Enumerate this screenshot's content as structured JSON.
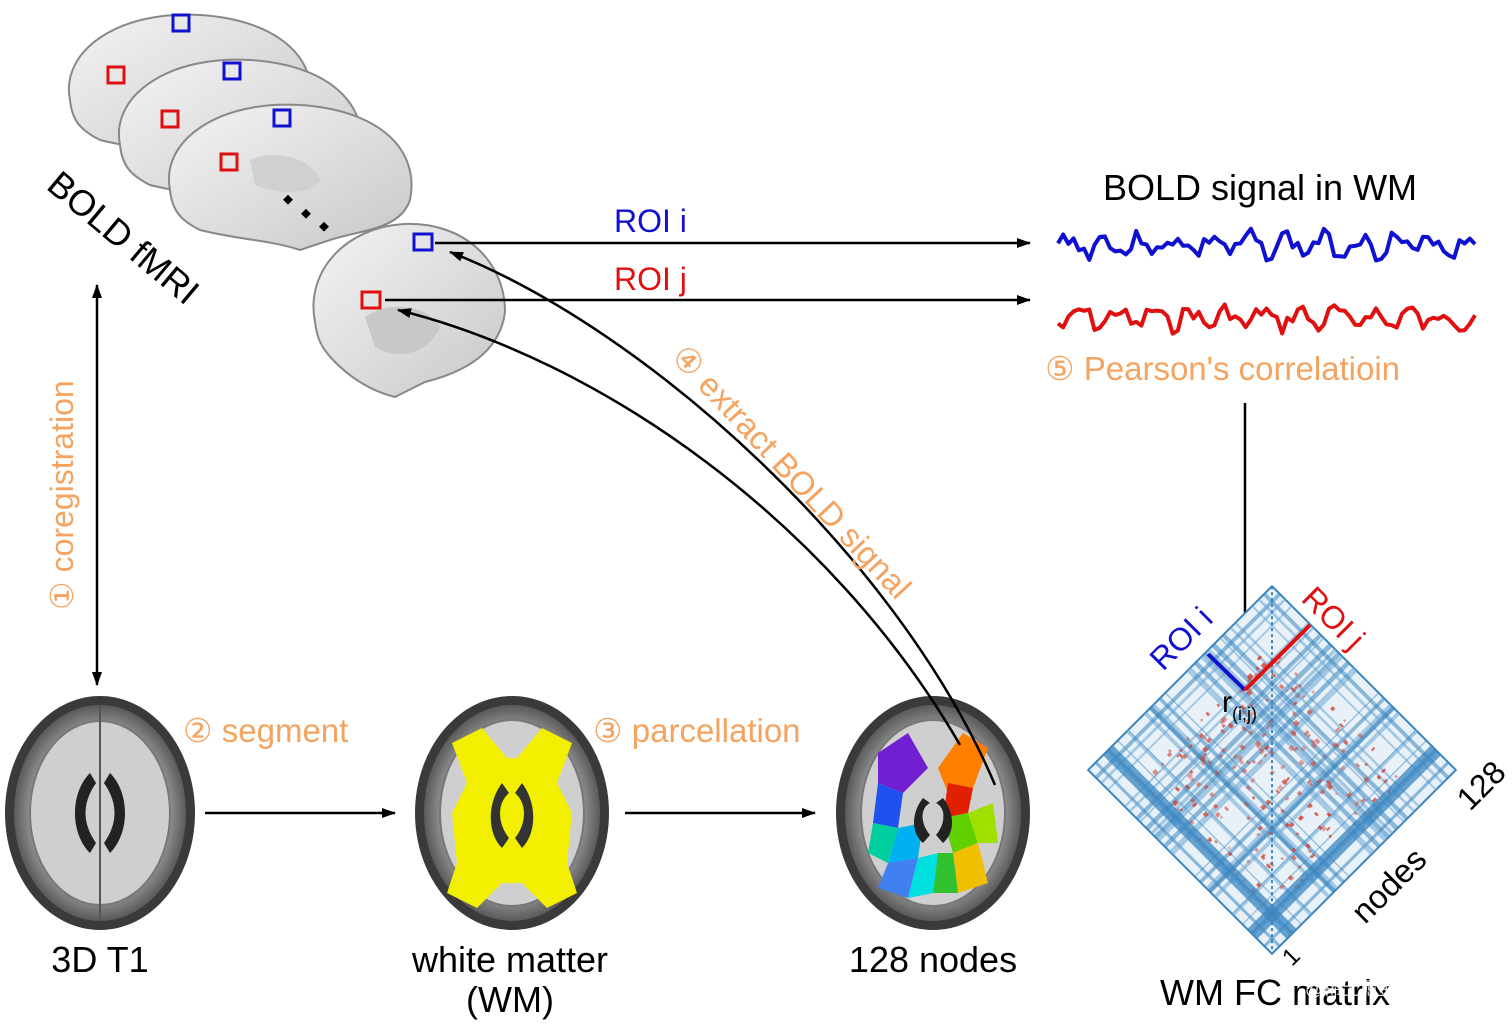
{
  "labels": {
    "bold_fmri": "BOLD fMRI",
    "coregistration": "① coregistration",
    "t1": "3D T1",
    "segment": "② segment",
    "wm_line1": "white matter",
    "wm_line2": "(WM)",
    "parcellation": "③ parcellation",
    "nodes128": "128 nodes",
    "extract": "④ extract BOLD signal",
    "roi_i": "ROI i",
    "roi_j": "ROI j",
    "bold_wm_title": "BOLD signal in WM",
    "pearson": "⑤ Pearson's correlatioin",
    "matrix_roi_i": "ROI i",
    "matrix_roi_j": "ROI j",
    "rij": "r",
    "rij_sub": "(i,j)",
    "axis_128": "128",
    "axis_nodes": "nodes",
    "axis_1": "1",
    "matrix_title": "WM FC matrix",
    "watermark": "@稀土掘金技术社区"
  },
  "colors": {
    "orange": "#F4A460",
    "blue": "#1010D0",
    "red": "#E01010",
    "black": "#000000",
    "wm_yellow": "#F2F000",
    "matrix_blue": "#3A86C0",
    "matrix_red": "#D04030"
  }
}
